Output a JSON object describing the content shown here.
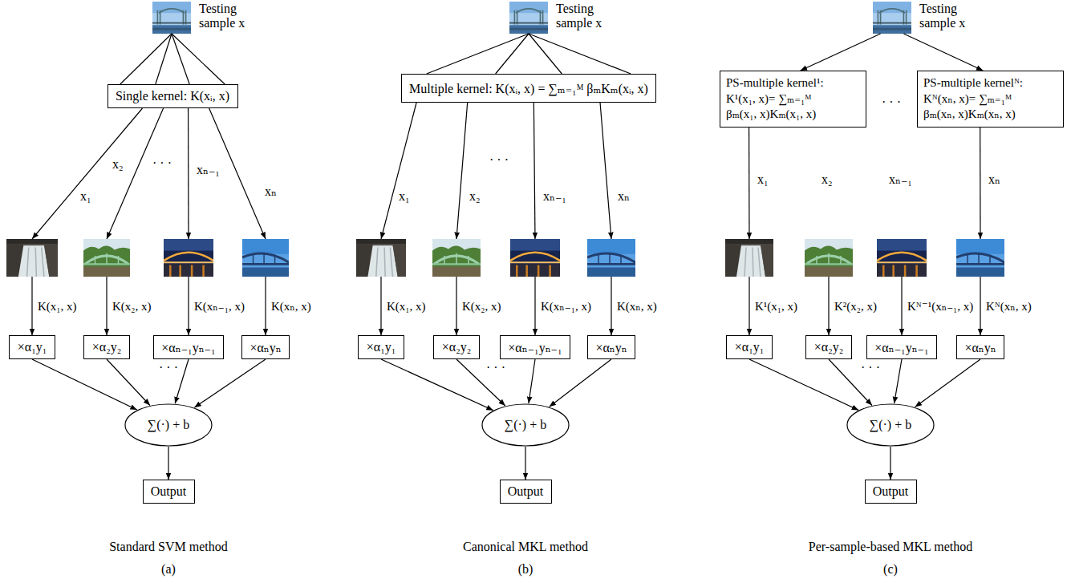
{
  "diagram": {
    "nodes": [
      {
        "text": [
          "Testing sample x"
        ]
      },
      {
        "text": [
          "Single kernel: K(xᵢ, x)"
        ]
      },
      {
        "text": [
          "x₁"
        ]
      },
      {
        "text": [
          "x₂"
        ]
      },
      {
        "text": [
          "xₙ₋₁"
        ]
      },
      {
        "text": [
          "xₙ"
        ]
      },
      {
        "text": [
          "×α₁y₁"
        ]
      },
      {
        "text": [
          "×α₂y₂"
        ]
      },
      {
        "text": [
          "×αₙ₋₁yₙ₋₁"
        ]
      },
      {
        "text": [
          "×αₙyₙ"
        ]
      },
      {
        "text": [
          "∑(·) + b"
        ]
      },
      {
        "text": [
          "Output"
        ]
      },
      {
        "text": [
          "Testing sample x"
        ]
      },
      {
        "text": [
          "Multiple kernel: K(xᵢ, x) = ∑ₘ₌₁ᴹ βₘKₘ(xᵢ, x)"
        ]
      },
      {
        "text": [
          "x₁"
        ]
      },
      {
        "text": [
          "x₂"
        ]
      },
      {
        "text": [
          "xₙ₋₁"
        ]
      },
      {
        "text": [
          "xₙ"
        ]
      },
      {
        "text": [
          "×α₁y₁"
        ]
      },
      {
        "text": [
          "×α₂y₂"
        ]
      },
      {
        "text": [
          "×αₙ₋₁yₙ₋₁"
        ]
      },
      {
        "text": [
          "×αₙyₙ"
        ]
      },
      {
        "text": [
          "∑(·) + b"
        ]
      },
      {
        "text": [
          "Output"
        ]
      },
      {
        "text": [
          "Testing sample x"
        ]
      },
      {
        "text": [
          "PS-multiple kernel¹: K¹(x₁, x)= ∑ₘ₌₁ᴹ βₘ(x₁, x)Kₘ(x₁, x)"
        ]
      },
      {
        "text": [
          "PS-multiple kernelᴺ: Kᴺ(xₙ, x)= ∑ₘ₌₁ᴹ βₘ(xₙ, x)Kₘ(xₙ, x)"
        ]
      },
      {
        "text": [
          "x₁"
        ]
      },
      {
        "text": [
          "x₂"
        ]
      },
      {
        "text": [
          "xₙ₋₁"
        ]
      },
      {
        "text": [
          "xₙ"
        ]
      },
      {
        "text": [
          "×α₁y₁"
        ]
      },
      {
        "text": [
          "×α₂y₂"
        ]
      },
      {
        "text": [
          "×αₙ₋₁yₙ₋₁"
        ]
      },
      {
        "text": [
          "×αₙyₙ"
        ]
      },
      {
        "text": [
          "∑(·) + b"
        ]
      },
      {
        "text": [
          "Output"
        ]
      }
    ],
    "edges": [
      {
        "from": 0,
        "to": 1,
        "arrow": "none"
      },
      {
        "from": 1,
        "to": 2,
        "arrow": "to"
      },
      {
        "from": 1,
        "to": 3,
        "arrow": "to"
      },
      {
        "from": 1,
        "to": 4,
        "arrow": "to"
      },
      {
        "from": 1,
        "to": 5,
        "arrow": "to"
      },
      {
        "from": 2,
        "to": 6,
        "arrow": "to",
        "label": "K(x₁, x)"
      },
      {
        "from": 3,
        "to": 7,
        "arrow": "to",
        "label": "K(x₂, x)"
      },
      {
        "from": 4,
        "to": 8,
        "arrow": "to",
        "label": "K(xₙ₋₁, x)"
      },
      {
        "from": 5,
        "to": 9,
        "arrow": "to",
        "label": "K(xₙ, x)"
      },
      {
        "from": 6,
        "to": 10,
        "arrow": "to"
      },
      {
        "from": 7,
        "to": 10,
        "arrow": "to"
      },
      {
        "from": 8,
        "to": 10,
        "arrow": "to"
      },
      {
        "from": 9,
        "to": 10,
        "arrow": "to"
      },
      {
        "from": 10,
        "to": 11,
        "arrow": "to"
      },
      {
        "from": 12,
        "to": 13,
        "arrow": "none"
      },
      {
        "from": 13,
        "to": 14,
        "arrow": "to"
      },
      {
        "from": 13,
        "to": 15,
        "arrow": "to"
      },
      {
        "from": 13,
        "to": 16,
        "arrow": "to"
      },
      {
        "from": 13,
        "to": 17,
        "arrow": "to"
      },
      {
        "from": 14,
        "to": 18,
        "arrow": "to",
        "label": "K(x₁, x)"
      },
      {
        "from": 15,
        "to": 19,
        "arrow": "to",
        "label": "K(x₂, x)"
      },
      {
        "from": 16,
        "to": 20,
        "arrow": "to",
        "label": "K(xₙ₋₁, x)"
      },
      {
        "from": 17,
        "to": 21,
        "arrow": "to",
        "label": "K(xₙ, x)"
      },
      {
        "from": 18,
        "to": 22,
        "arrow": "to"
      },
      {
        "from": 19,
        "to": 22,
        "arrow": "to"
      },
      {
        "from": 20,
        "to": 22,
        "arrow": "to"
      },
      {
        "from": 21,
        "to": 22,
        "arrow": "to"
      },
      {
        "from": 22,
        "to": 23,
        "arrow": "to"
      },
      {
        "from": 24,
        "to": 25,
        "arrow": "to"
      },
      {
        "from": 24,
        "to": 26,
        "arrow": "to"
      },
      {
        "from": 25,
        "to": 27,
        "arrow": "to"
      },
      {
        "from": 26,
        "to": 30,
        "arrow": "to"
      },
      {
        "from": 27,
        "to": 31,
        "arrow": "to",
        "label": "K¹(x₁, x)"
      },
      {
        "from": 28,
        "to": 32,
        "arrow": "to",
        "label": "K²(x₂, x)"
      },
      {
        "from": 29,
        "to": 33,
        "arrow": "to",
        "label": "Kᴺ⁻¹(xₙ₋₁, x)"
      },
      {
        "from": 30,
        "to": 34,
        "arrow": "to",
        "label": "Kᴺ(xₙ, x)"
      },
      {
        "from": 31,
        "to": 35,
        "arrow": "to"
      },
      {
        "from": 32,
        "to": 35,
        "arrow": "to"
      },
      {
        "from": 33,
        "to": 35,
        "arrow": "to"
      },
      {
        "from": 34,
        "to": 35,
        "arrow": "to"
      },
      {
        "from": 35,
        "to": 36,
        "arrow": "to"
      }
    ],
    "labels": [
      "· · ·",
      "· · ·",
      "Standard SVM method",
      "(a)",
      "· · ·",
      "· · ·",
      "Canonical MKL method",
      "(b)",
      "· · ·",
      "· · ·",
      "Per-sample-based MKL method",
      "(c)"
    ]
  }
}
